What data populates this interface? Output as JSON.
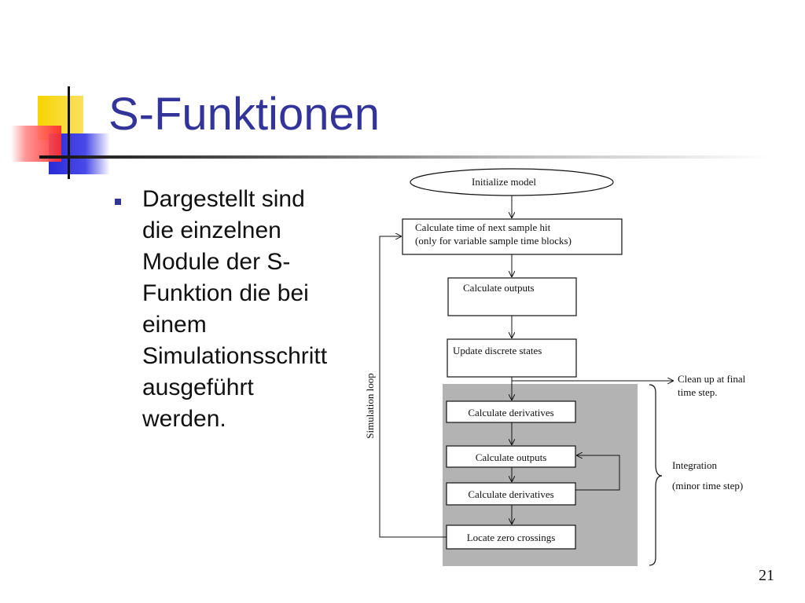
{
  "slide": {
    "title": "S-Funktionen",
    "bullet_lines": [
      "Dargestellt sind",
      "die einzelnen",
      "Module der S-",
      "Funktion die bei",
      "einem",
      "Simulationsschritt",
      "ausgeführt",
      "werden."
    ],
    "page_number": "21"
  },
  "diagram": {
    "nodes": {
      "initialize": "Initialize model",
      "next_hit_line1": "Calculate time of next sample hit",
      "next_hit_line2": "(only for variable sample time blocks)",
      "outputs_1": "Calculate outputs",
      "update_discrete": "Update discrete states",
      "derivatives_1": "Calculate derivatives",
      "outputs_2": "Calculate outputs",
      "derivatives_2": "Calculate derivatives",
      "zero_crossings": "Locate zero crossings"
    },
    "loop_label": "Simulation loop",
    "cleanup_line1": "Clean up at final",
    "cleanup_line2": "time step.",
    "integration_line1": "Integration",
    "integration_line2": "(minor time step)",
    "colors": {
      "title": "#33349a",
      "integration_bg": "#b3b3b3",
      "bullet": "#33349a"
    }
  }
}
